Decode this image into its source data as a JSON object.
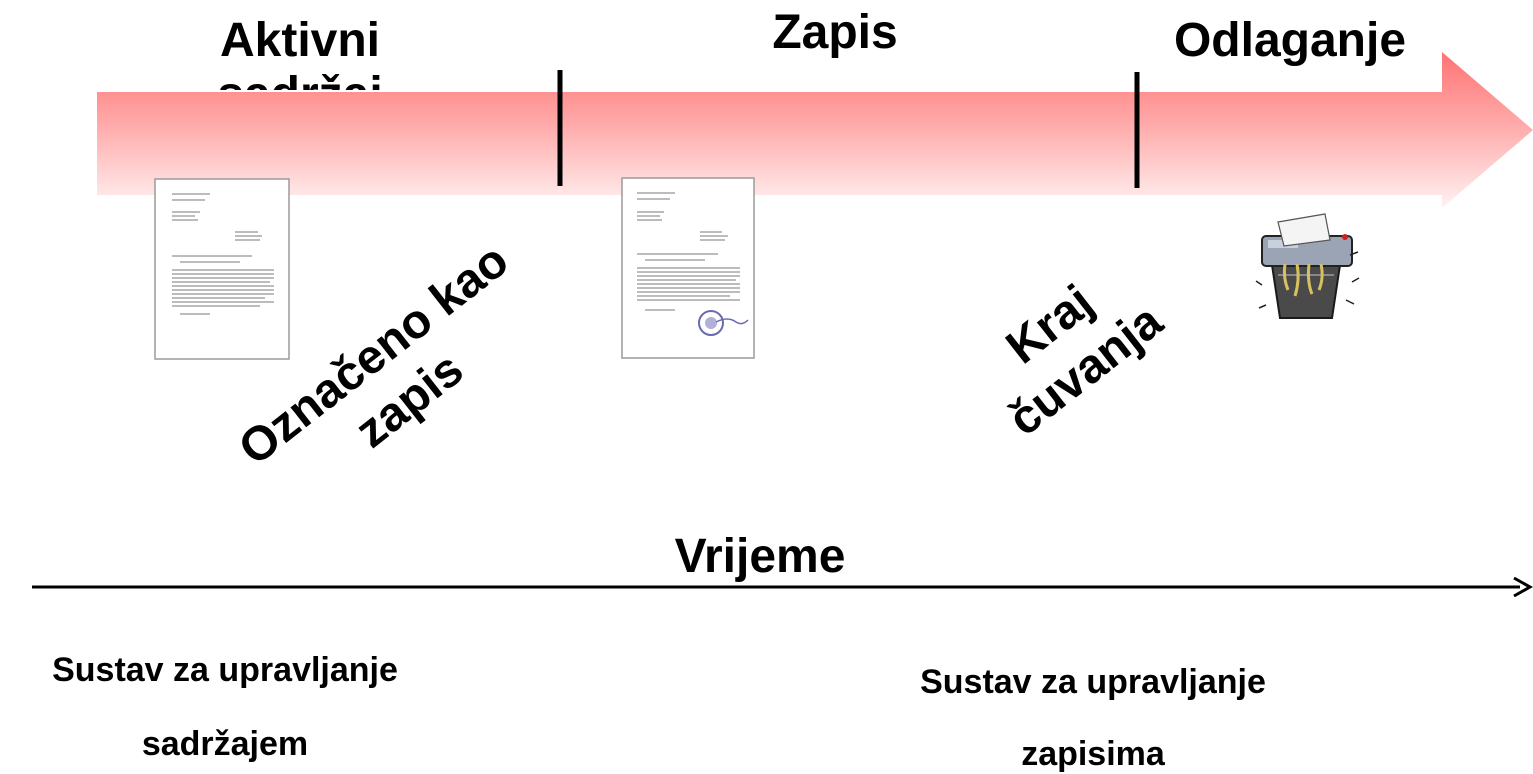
{
  "stages": {
    "active": "Aktivni sadržaj",
    "record": "Zapis",
    "disposal": "Odlaganje"
  },
  "transitions": {
    "declared": {
      "line1": "Označeno kao",
      "line2": "zapis"
    },
    "retention_end": {
      "line1": "Kraj",
      "line2": "čuvanja"
    }
  },
  "time_axis": {
    "label": "Vrijeme"
  },
  "systems": {
    "content": {
      "line1": "Sustav za upravljanje",
      "line2": "sadržajem"
    },
    "records": {
      "line1": "Sustav za upravljanje",
      "line2": "zapisima"
    }
  },
  "colors": {
    "arrow_top": "#ff7f7f",
    "arrow_bottom": "#ffe6e6",
    "divider": "#000000",
    "axis": "#000000"
  },
  "icons": {
    "document": "document-icon",
    "stamped_document": "stamped-document-icon",
    "shredder": "shredder-icon"
  }
}
